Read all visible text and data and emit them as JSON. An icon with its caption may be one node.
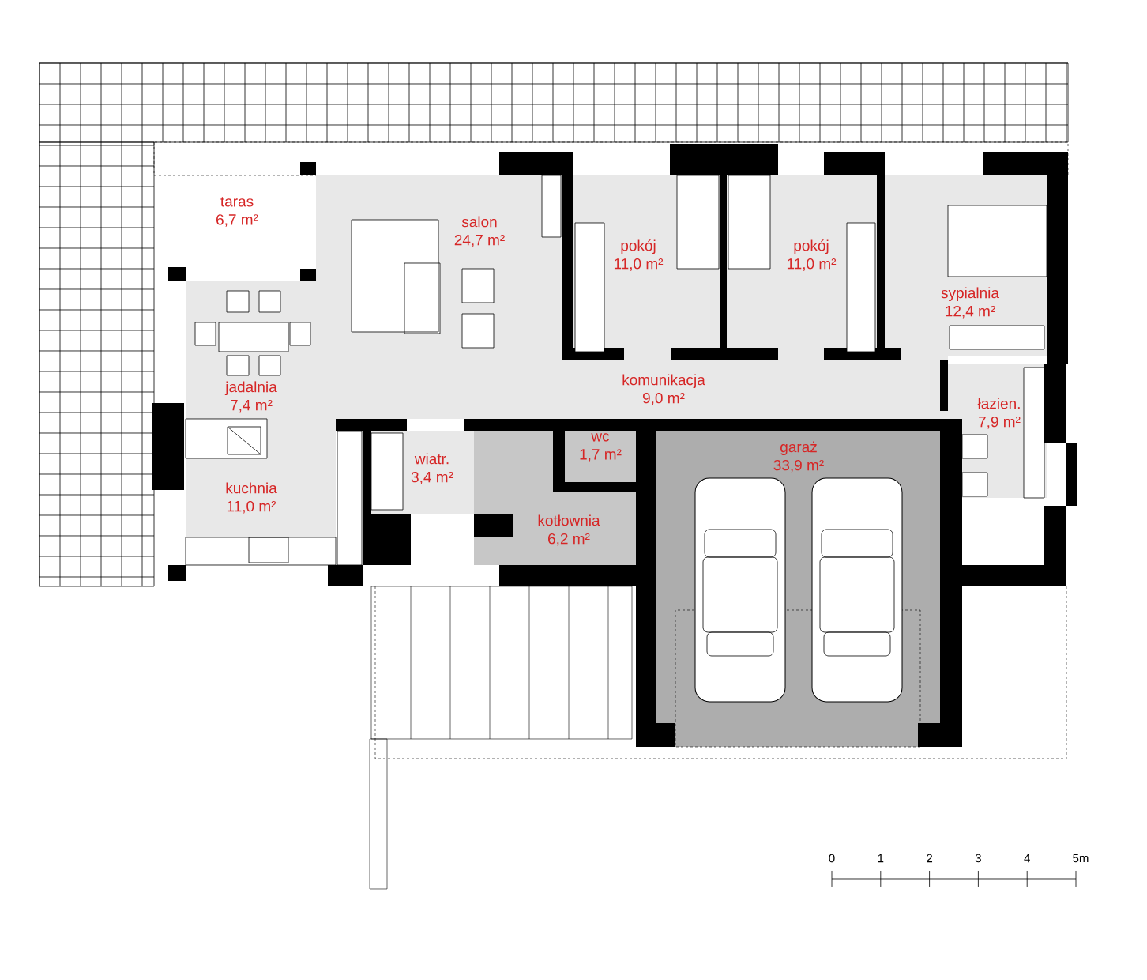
{
  "diagram": {
    "nodes": [
      {
        "text": [
          "taras",
          "6,7 m²"
        ]
      },
      {
        "text": [
          "salon",
          "24,7 m²"
        ]
      },
      {
        "text": [
          "pokój",
          "11,0 m²"
        ]
      },
      {
        "text": [
          "pokój",
          "11,0 m²"
        ]
      },
      {
        "text": [
          "sypialnia",
          "12,4 m²"
        ]
      },
      {
        "text": [
          "jadalnia",
          "7,4 m²"
        ]
      },
      {
        "text": [
          "komunikacja",
          "9,0 m²"
        ]
      },
      {
        "text": [
          "łazien.",
          "7,9 m²"
        ]
      },
      {
        "text": [
          "wiatr.",
          "3,4 m²"
        ]
      },
      {
        "text": [
          "wc",
          "1,7 m²"
        ]
      },
      {
        "text": [
          "garaż",
          "33,9 m²"
        ]
      },
      {
        "text": [
          "kuchnia",
          "11,0 m²"
        ]
      },
      {
        "text": [
          "kotłownia",
          "6,2 m²"
        ]
      }
    ],
    "labels": [
      "0",
      "1",
      "2",
      "3",
      "4",
      "5m"
    ]
  }
}
